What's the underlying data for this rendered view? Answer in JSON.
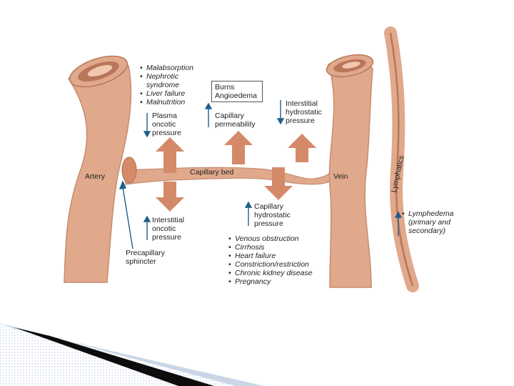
{
  "diagram": {
    "colors": {
      "vessel": "#e0a98c",
      "vessel_dark": "#b9765a",
      "vessel_light": "#f1c7b0",
      "arrow": "#d48a68",
      "arrow_light": "#f4d4c2",
      "text": "#1f1f1f",
      "pointer": "#1f5e8c"
    },
    "labels": {
      "artery": "Artery",
      "vein": "Vein",
      "capillary_bed": "Capillary bed",
      "lymphatics": "Lymphatics",
      "precapillary_sphincter": "Precapillary sphincter",
      "plasma_oncotic": "Plasma oncotic pressure",
      "capillary_permeability": "Capillary permeability",
      "interstitial_hydrostatic": "Interstitial hydrostatic pressure",
      "interstitial_oncotic": "Interstitial oncotic pressure",
      "capillary_hydrostatic": "Capillary hydrostatic pressure",
      "burns": "Burns",
      "angioedema": "Angioedema"
    },
    "oncotic_causes": [
      "Malabsorption",
      "Nephrotic syndrome",
      "Liver failure",
      "Malnutrition"
    ],
    "hydrostatic_causes": [
      "Venous obstruction",
      "Cirrhosis",
      "Heart failure",
      "Constriction/restriction",
      "Chronic kidney disease",
      "Pregnancy"
    ],
    "lymph_causes": [
      "Lymphedema (primary and secondary)"
    ]
  }
}
